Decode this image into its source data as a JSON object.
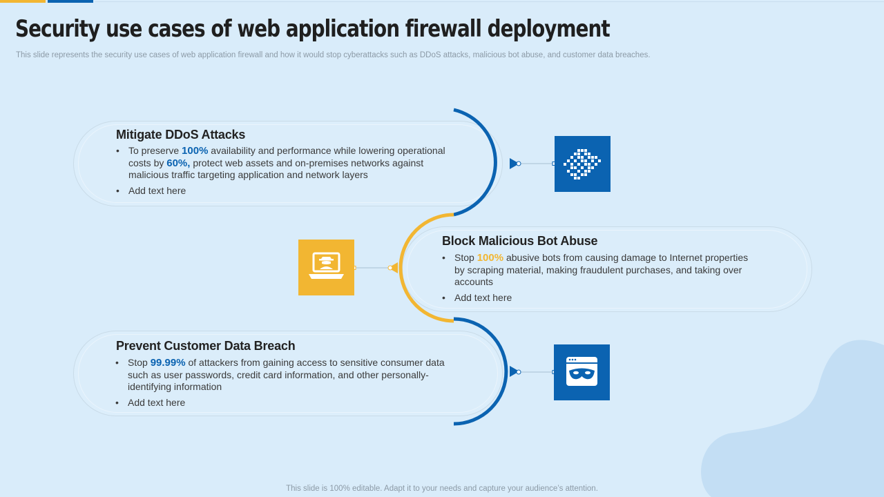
{
  "slide": {
    "title": "Security use cases of web application firewall deployment",
    "subtitle": "This slide represents the security use cases of web application firewall and how it would stop cyberattacks such as DDoS attacks, malicious bot abuse, and customer data breaches.",
    "footer": "This slide is 100% editable. Adapt it to your needs and capture your audience’s attention."
  },
  "colors": {
    "blue": "#0b63b1",
    "gold": "#f2b632",
    "background": "#d9ecfa"
  },
  "cards": [
    {
      "title": "Mitigate DDoS Attacks",
      "bullet1_pre": "To preserve ",
      "bullet1_hl1": "100%",
      "bullet1_mid": " availability and performance while lowering operational costs by ",
      "bullet1_hl2": "60%,",
      "bullet1_post": " protect web assets and on-premises networks against malicious traffic targeting application and network layers",
      "bullet2": "Add text here",
      "icon": "ddos-attack-icon"
    },
    {
      "title": "Block Malicious Bot Abuse",
      "bullet1_pre": "Stop ",
      "bullet1_hl1": "100%",
      "bullet1_post": " abusive bots from causing damage to Internet properties by scraping material, making fraudulent purchases, and taking over accounts",
      "bullet2": "Add text here",
      "icon": "hacker-laptop-icon"
    },
    {
      "title": "Prevent Customer Data Breach",
      "bullet1_pre": "Stop ",
      "bullet1_hl1": "99.99%",
      "bullet1_post": " of attackers from gaining access to sensitive consumer data such as user passwords, credit card information, and other personally-identifying information",
      "bullet2": "Add text here",
      "icon": "masked-browser-icon"
    }
  ]
}
